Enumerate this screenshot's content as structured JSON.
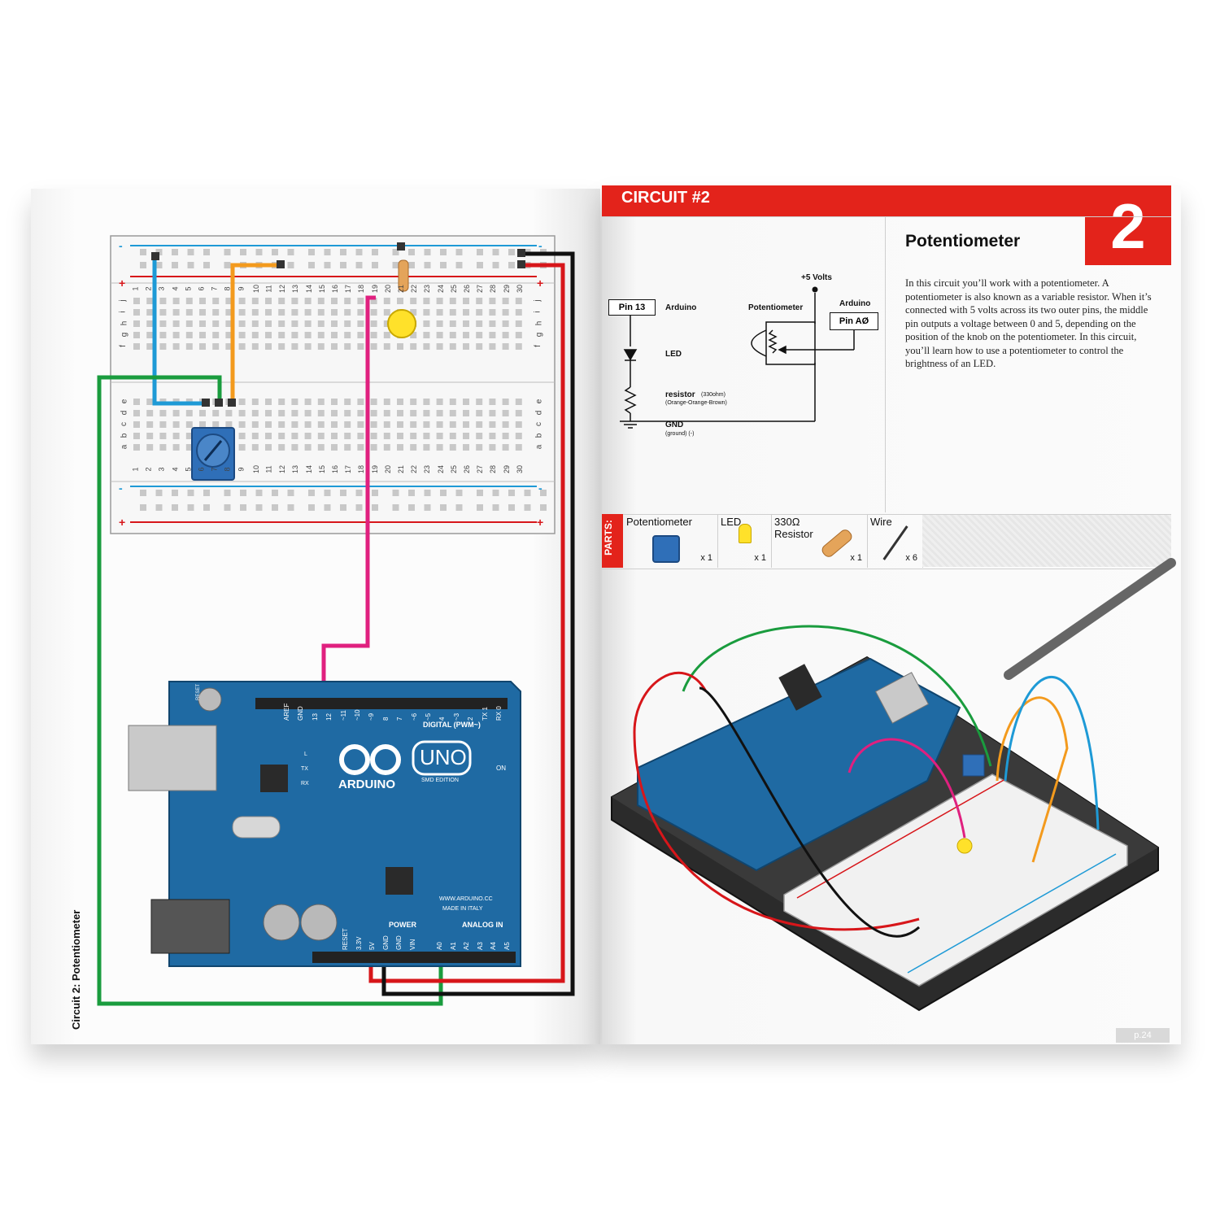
{
  "left_page": {
    "caption": "Circuit 2: Potentiometer",
    "breadboard": {
      "column_numbers": [
        "1",
        "2",
        "3",
        "4",
        "5",
        "6",
        "7",
        "8",
        "9",
        "10",
        "11",
        "12",
        "13",
        "14",
        "15",
        "16",
        "17",
        "18",
        "19",
        "20",
        "21",
        "22",
        "23",
        "24",
        "25",
        "26",
        "27",
        "28",
        "29",
        "30"
      ],
      "row_letters_top": [
        "j",
        "i",
        "h",
        "g",
        "f"
      ],
      "row_letters_bottom": [
        "e",
        "d",
        "c",
        "b",
        "a"
      ],
      "rail_minus": "-",
      "rail_plus": "+"
    },
    "arduino": {
      "brand": "ARDUINO",
      "model": "UNO",
      "edition": "SMD EDITION",
      "digital_label": "DIGITAL (PWM~)",
      "website": "WWW.ARDUINO.CC",
      "made_in": "MADE IN ITALY",
      "power_label": "POWER",
      "analog_label": "ANALOG IN",
      "on_label": "ON",
      "tx_label": "TX",
      "rx_label": "RX",
      "l_label": "L",
      "reset_label": "RESET",
      "top_pins": [
        "AREF",
        "GND",
        "13",
        "12",
        "~11",
        "~10",
        "~9",
        "8",
        "7",
        "~6",
        "~5",
        "4",
        "~3",
        "2",
        "TX 1",
        "RX 0"
      ],
      "power_pins": [
        "RESET",
        "3.3V",
        "5V",
        "GND",
        "GND",
        "VIN"
      ],
      "analog_pins": [
        "A0",
        "A1",
        "A2",
        "A3",
        "A4",
        "A5"
      ]
    }
  },
  "right_page": {
    "banner_title": "CIRCUIT #2",
    "circuit_number": "2",
    "section_title": "Potentiometer",
    "intro": "In this circuit you’ll work with a potentiometer. A potentiometer is also known as a variable resistor. When it’s connected with 5 volts across its two outer pins, the middle pin outputs a voltage between 0 and 5, depending on the position of the knob on the potentiometer. In this circuit, you’ll learn how to use a potentiometer to control the brightness of an LED.",
    "schematic": {
      "plus5": "+5 Volts",
      "pin13": "Pin 13",
      "arduino_left": "Arduino",
      "potentiometer": "Potentiometer",
      "arduino_right": "Arduino",
      "pin_a0": "Pin AØ",
      "led": "LED",
      "resistor": "resistor",
      "resistor_value": "(330ohm)",
      "resistor_colors": "(Orange-Orange-Brown)",
      "gnd": "GND",
      "gnd_sub": "(ground) (-)"
    },
    "parts_label": "PARTS:",
    "parts": [
      {
        "name": "Potentiometer",
        "qty": "x 1"
      },
      {
        "name": "LED",
        "qty": "x 1"
      },
      {
        "name": "330Ω Resistor",
        "qty": "x 1"
      },
      {
        "name": "Wire",
        "qty": "x 6"
      }
    ],
    "page_number": "p.24",
    "colors": {
      "accent_red": "#e3231b",
      "arduino_blue": "#1f6aa3",
      "wire_blue": "#1e9ad6",
      "wire_orange": "#f39a1d",
      "wire_pink": "#e0207f",
      "wire_green": "#1a9c3e",
      "wire_red": "#d7161a",
      "wire_black": "#111111"
    }
  }
}
